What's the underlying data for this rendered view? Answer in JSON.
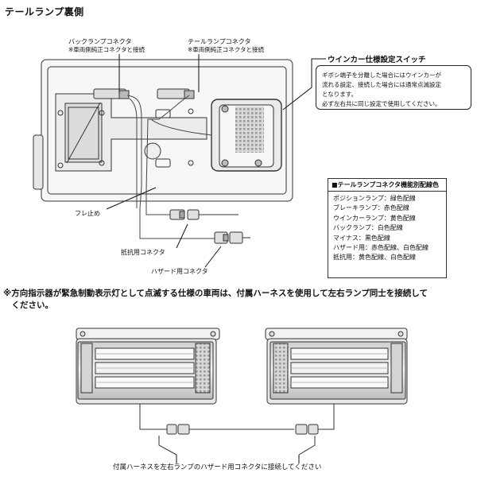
{
  "title": "テールランプ裏側",
  "back_connector": {
    "label": "バックランプコネクタ",
    "note": "※車両側純正コネクタと接続"
  },
  "tail_connector": {
    "label": "テールランプコネクタ",
    "note": "※車両側純正コネクタと接続"
  },
  "winker_switch": {
    "title": "ウインカー仕様設定スイッチ",
    "lines": [
      "ギボシ端子を分離した場合にはウインカーが",
      "流れる設定、接続した場合には通常点滅設定",
      "となります。",
      "必ず左右共に同じ設定で使用してください。"
    ]
  },
  "fure_dome": "フレ止め",
  "resistor_connector": "抵抗用コネクタ",
  "hazard_connector": "ハザード用コネクタ",
  "wiring_table": {
    "header": "■テールランプコネクタ機能別配線色",
    "rows": [
      "ポジションランプ：緑色配線",
      "ブレーキランプ：赤色配線",
      "ウインカーランプ：黄色配線",
      "バックランプ：白色配線",
      "マイナス：黒色配線",
      "ハザード用：赤色配線、白色配線",
      "抵抗用：黄色配線、白色配線"
    ]
  },
  "warning": {
    "line1": "※方向指示器が緊急制動表示灯として点滅する仕様の車両は、付属ハーネスを使用して左右ランプ同士を接続して",
    "line2": "　ください。"
  },
  "bottom_caption": "付属ハーネスを左右ランプのハザード用コネクタに接続してください"
}
